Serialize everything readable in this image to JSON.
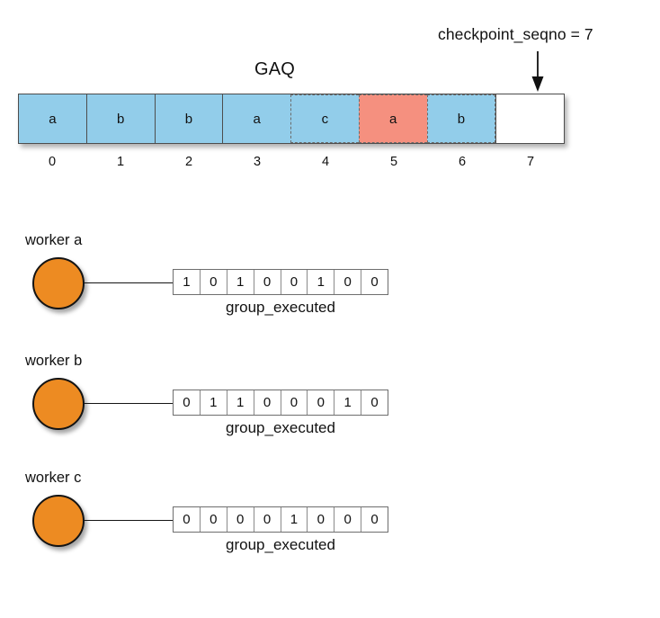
{
  "colors": {
    "queue_fill": "#92CDEA",
    "queue_conflict_fill": "#F5907F",
    "queue_empty_fill": "#FFFFFF",
    "worker_node_fill": "#ED8B22",
    "outline": "#4D4D4D",
    "text": "#111111"
  },
  "annotation": {
    "checkpoint_label": "checkpoint_seqno = 7",
    "arrow_icon": "arrow-down-icon",
    "arrow_target_index": 7
  },
  "gaq": {
    "title": "GAQ",
    "cells": [
      {
        "index": "0",
        "label": "a",
        "state": "committed",
        "border": "solid",
        "fill": "#92CDEA"
      },
      {
        "index": "1",
        "label": "b",
        "state": "committed",
        "border": "solid",
        "fill": "#92CDEA"
      },
      {
        "index": "2",
        "label": "b",
        "state": "committed",
        "border": "solid",
        "fill": "#92CDEA"
      },
      {
        "index": "3",
        "label": "a",
        "state": "committed",
        "border": "solid",
        "fill": "#92CDEA"
      },
      {
        "index": "4",
        "label": "c",
        "state": "pending",
        "border": "dashed",
        "fill": "#92CDEA"
      },
      {
        "index": "5",
        "label": "a",
        "state": "conflict",
        "border": "dashed",
        "fill": "#F5907F"
      },
      {
        "index": "6",
        "label": "b",
        "state": "pending",
        "border": "dashed",
        "fill": "#92CDEA"
      },
      {
        "index": "7",
        "label": "",
        "state": "empty",
        "border": "solid",
        "fill": "#FFFFFF"
      }
    ],
    "indices": [
      "0",
      "1",
      "2",
      "3",
      "4",
      "5",
      "6",
      "7"
    ]
  },
  "workers": [
    {
      "title": "worker a",
      "node_icon": "worker-node-circle-icon",
      "bitmap_label": "group_executed",
      "bits": [
        "1",
        "0",
        "1",
        "0",
        "0",
        "1",
        "0",
        "0"
      ]
    },
    {
      "title": "worker b",
      "node_icon": "worker-node-circle-icon",
      "bitmap_label": "group_executed",
      "bits": [
        "0",
        "1",
        "1",
        "0",
        "0",
        "0",
        "1",
        "0"
      ]
    },
    {
      "title": "worker c",
      "node_icon": "worker-node-circle-icon",
      "bitmap_label": "group_executed",
      "bits": [
        "0",
        "0",
        "0",
        "0",
        "1",
        "0",
        "0",
        "0"
      ]
    }
  ]
}
